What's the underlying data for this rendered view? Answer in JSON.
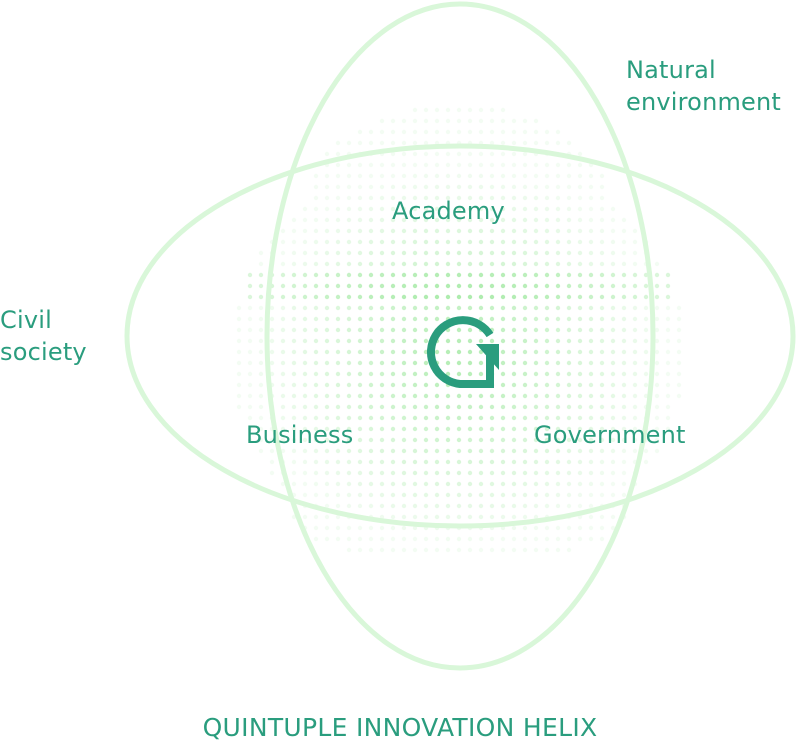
{
  "diagram": {
    "labels": {
      "natural_line1": "Natural",
      "natural_line2": "environment",
      "civil_line1": "Civil",
      "civil_line2": "society",
      "academy": "Academy",
      "business": "Business",
      "government": "Government"
    },
    "center_letter": "G",
    "title": "QUINTUPLE INNOVATION HELIX"
  },
  "colors": {
    "ring": "#d9f7d9",
    "dots": "#9ae79a",
    "text": "#2a9d7e",
    "logo": "#2a9d7e"
  }
}
